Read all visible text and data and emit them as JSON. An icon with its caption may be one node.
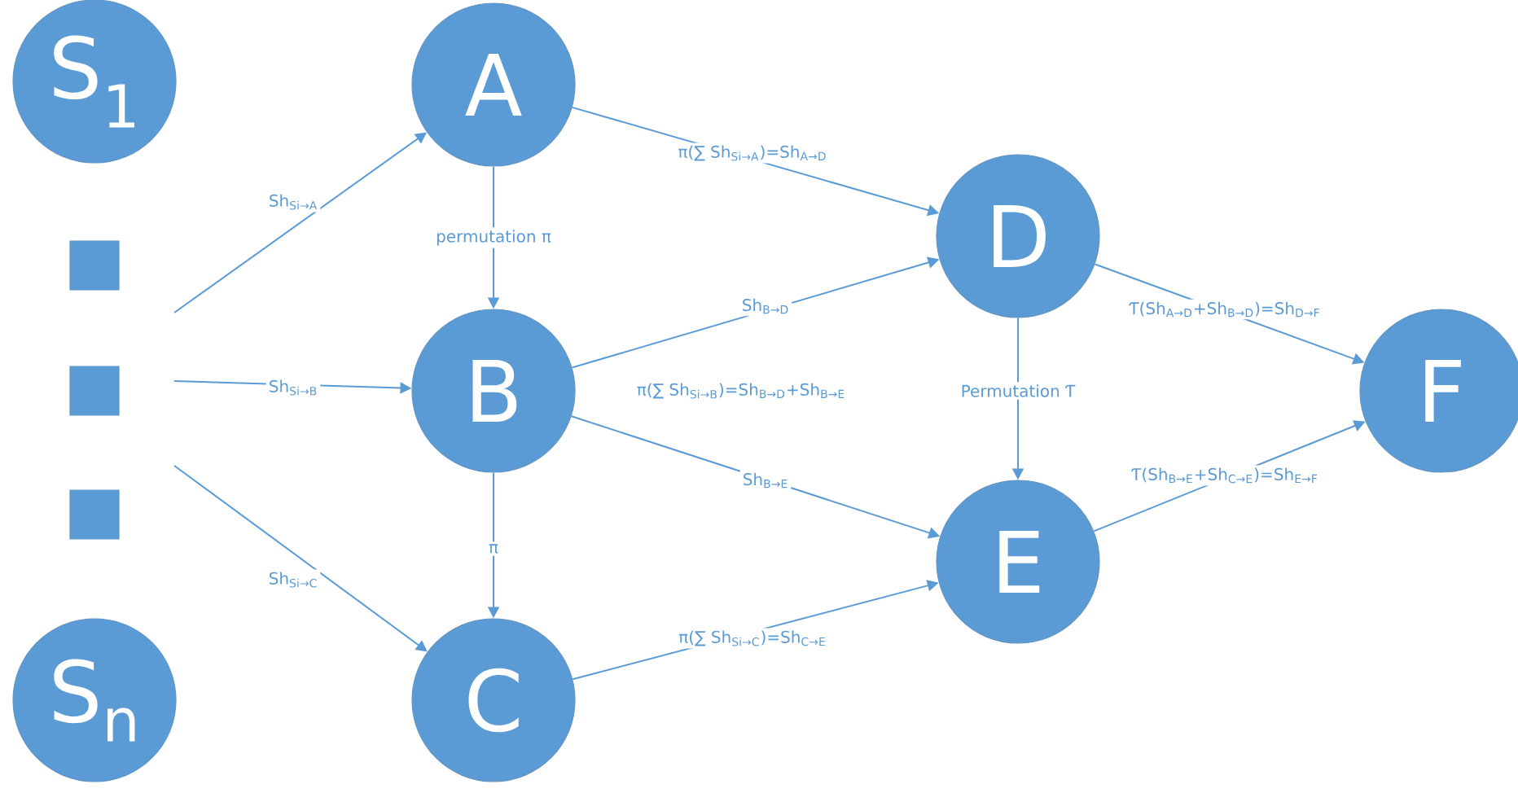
{
  "diagram": {
    "nodes": [
      {
        "text": [
          "S$_{1}$"
        ]
      },
      {
        "text": [],
        "shape": "box"
      },
      {
        "text": [],
        "shape": "box"
      },
      {
        "text": [],
        "shape": "box"
      },
      {
        "text": [
          "S$_{n}$"
        ]
      },
      {
        "text": [
          "A"
        ]
      },
      {
        "text": [
          "B"
        ]
      },
      {
        "text": [
          "C"
        ]
      },
      {
        "text": [
          "D"
        ]
      },
      {
        "text": [
          "E"
        ]
      },
      {
        "text": [
          "F"
        ]
      }
    ],
    "edges": [
      {
        "from": null,
        "to": 5,
        "arrow": "to",
        "label": "Sh$_{Si→A}$"
      },
      {
        "from": null,
        "to": 6,
        "arrow": "to",
        "label": "Sh$_{Si→B}$"
      },
      {
        "from": null,
        "to": 7,
        "arrow": "to",
        "label": "Sh$_{Si→C}$"
      },
      {
        "from": 5,
        "to": 6,
        "arrow": "to",
        "label": "permutation π"
      },
      {
        "from": 6,
        "to": 7,
        "arrow": "to",
        "label": "π"
      },
      {
        "from": 5,
        "to": 8,
        "arrow": "to",
        "label": "π(∑ Sh$_{Si→A}$)=Sh$_{A→D}$"
      },
      {
        "from": 6,
        "to": 8,
        "arrow": "to",
        "label": "Sh$_{B→D}$"
      },
      {
        "from": 6,
        "to": 9,
        "arrow": "to",
        "label": "Sh$_{B→E}$"
      },
      {
        "from": 7,
        "to": 9,
        "arrow": "to",
        "label": "π(∑ Sh$_{Si→C}$)=Sh$_{C→E}$"
      },
      {
        "from": 8,
        "to": 9,
        "arrow": "to",
        "label": "Permutation Ƭ"
      },
      {
        "from": 8,
        "to": 10,
        "arrow": "to",
        "label": "Ƭ(Sh$_{A→D}$+Sh$_{B→D}$)=Sh$_{D→F}$"
      },
      {
        "from": 9,
        "to": 10,
        "arrow": "to",
        "label": "Ƭ(Sh$_{B→E}$+Sh$_{C→E}$)=Sh$_{E→F}$"
      }
    ],
    "labels": [
      "π(∑ Sh$_{Si→B}$)=Sh$_{B→D}$+Sh$_{B→E}$"
    ]
  }
}
